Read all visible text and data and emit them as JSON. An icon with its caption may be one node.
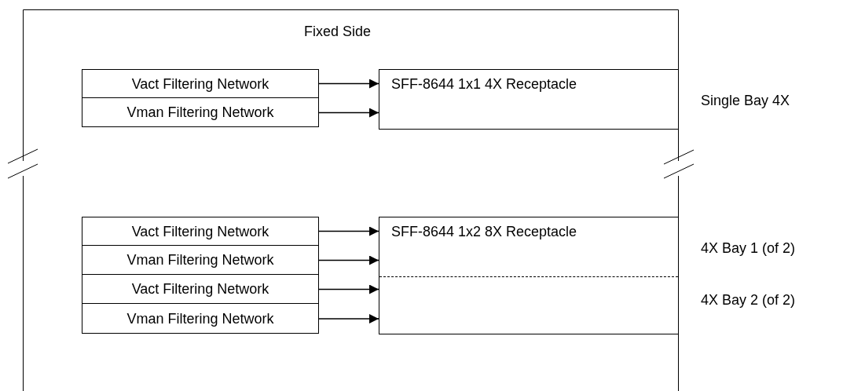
{
  "diagram": {
    "nodes": [
      {
        "text": [
          "Fixed Side"
        ]
      },
      {
        "text": [
          "Vact Filtering Network"
        ],
        "in": 0
      },
      {
        "text": [
          "Vman Filtering Network"
        ],
        "in": 0
      },
      {
        "text": [
          "SFF-8644 1x1 4X Receptacle"
        ],
        "in": 0,
        "beside": [
          "Single Bay 4X"
        ]
      },
      {
        "text": [
          "Vact Filtering Network"
        ],
        "in": 0
      },
      {
        "text": [
          "Vman Filtering Network"
        ],
        "in": 0
      },
      {
        "text": [
          "Vact Filtering Network"
        ],
        "in": 0
      },
      {
        "text": [
          "Vman Filtering Network"
        ],
        "in": 0
      },
      {
        "text": [
          "SFF-8644 1x2 8X Receptacle"
        ],
        "in": 0,
        "beside": [
          "4X Bay 1 (of 2)",
          "4X Bay 2 (of 2)"
        ]
      }
    ],
    "edges": [
      {
        "from": 1,
        "to": 3,
        "arrow": "to"
      },
      {
        "from": 2,
        "to": 3,
        "arrow": "to"
      },
      {
        "from": 4,
        "to": 8,
        "arrow": "to"
      },
      {
        "from": 5,
        "to": 8,
        "arrow": "to"
      },
      {
        "from": 6,
        "to": 8,
        "arrow": "to"
      },
      {
        "from": 7,
        "to": 8,
        "arrow": "to"
      }
    ]
  }
}
